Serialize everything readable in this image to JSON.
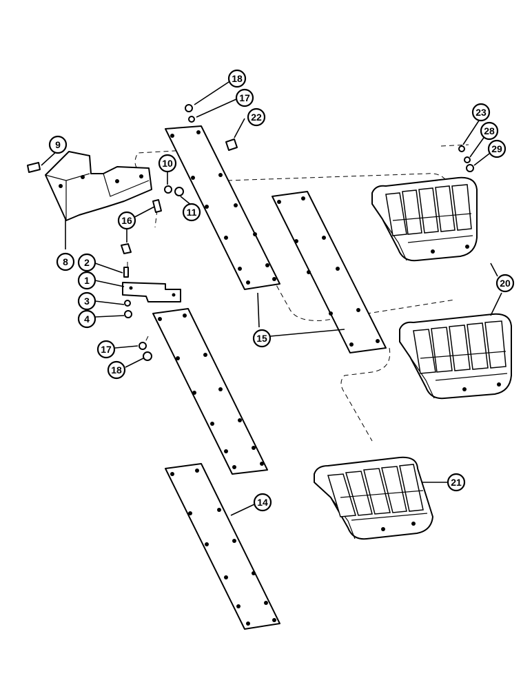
{
  "callouts": [
    {
      "id": "c18a",
      "label": "18"
    },
    {
      "id": "c17a",
      "label": "17"
    },
    {
      "id": "c22",
      "label": "22"
    },
    {
      "id": "c9",
      "label": "9"
    },
    {
      "id": "c10",
      "label": "10"
    },
    {
      "id": "c11",
      "label": "11"
    },
    {
      "id": "c16",
      "label": "16"
    },
    {
      "id": "c8",
      "label": "8"
    },
    {
      "id": "c2",
      "label": "2"
    },
    {
      "id": "c1",
      "label": "1"
    },
    {
      "id": "c3",
      "label": "3"
    },
    {
      "id": "c4",
      "label": "4"
    },
    {
      "id": "c17b",
      "label": "17"
    },
    {
      "id": "c18b",
      "label": "18"
    },
    {
      "id": "c15",
      "label": "15"
    },
    {
      "id": "c14",
      "label": "14"
    },
    {
      "id": "c23",
      "label": "23"
    },
    {
      "id": "c28",
      "label": "28"
    },
    {
      "id": "c29",
      "label": "29"
    },
    {
      "id": "c20",
      "label": "20"
    },
    {
      "id": "c21",
      "label": "21"
    }
  ]
}
